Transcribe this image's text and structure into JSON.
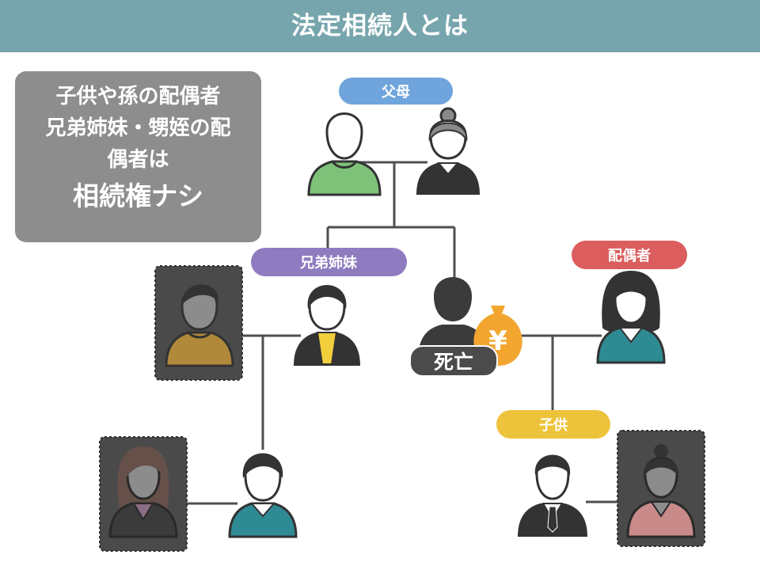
{
  "header": {
    "title": "法定相続人とは"
  },
  "note": {
    "lines": [
      "子供や孫の配偶者",
      "兄弟姉妹・甥姪の配",
      "偶者は"
    ],
    "emphasis": "相続権ナシ"
  },
  "labels": {
    "parents": "父母",
    "siblings": "兄弟姉妹",
    "spouse": "配偶者",
    "children": "子供",
    "deceased": "死亡"
  },
  "symbols": {
    "money": "¥"
  },
  "colors": {
    "header": "#76a5ad",
    "note": "#8d8d8d",
    "parents_label": "#6fa5dc",
    "siblings_label": "#8e7bc0",
    "spouse_label": "#db5d5d",
    "children_label": "#eec33c",
    "deceased_label": "#4b4b4b",
    "line": "#4f4f4f",
    "money": "#f2a630"
  }
}
